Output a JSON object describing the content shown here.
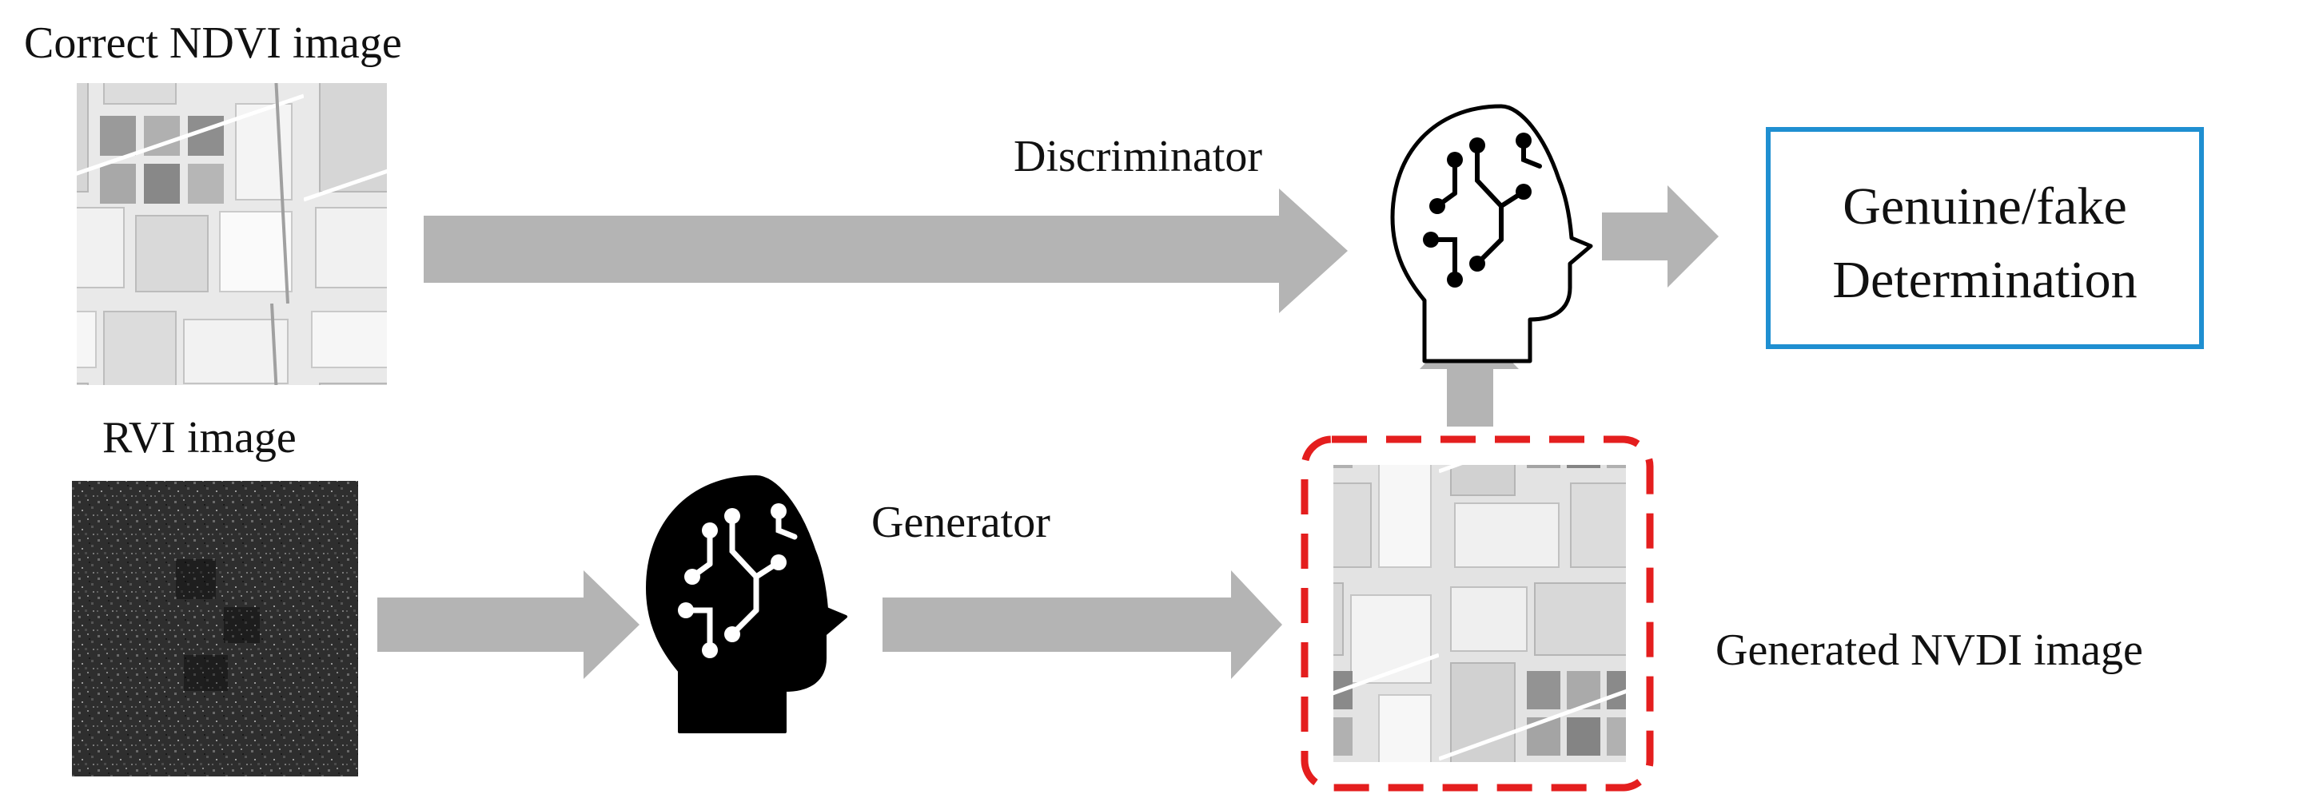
{
  "labels": {
    "correct_ndvi": "Correct NDVI image",
    "rvi": "RVI image",
    "discriminator": "Discriminator",
    "generator": "Generator",
    "generated": "Generated NVDI image",
    "output_line1": "Genuine/fake",
    "output_line2": "Determination"
  },
  "colors": {
    "arrow": "#b4b4b4",
    "output_border": "#1f8fd1",
    "dashed_border": "#e41e1e",
    "generator_head": "#000000",
    "discriminator_head": "#000000"
  },
  "icons": {
    "discriminator": "brain-circuit-head-outline-icon",
    "generator": "brain-circuit-head-filled-icon"
  }
}
